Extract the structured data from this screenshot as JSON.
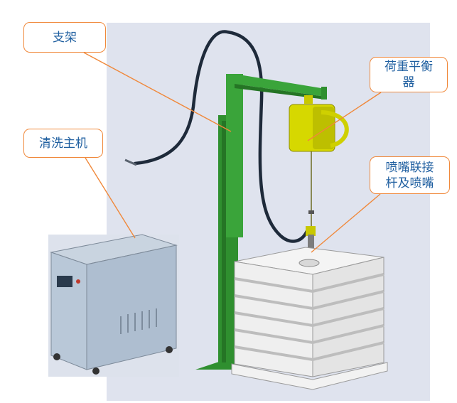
{
  "labels": {
    "stand": "支架",
    "washer": "清洗主机",
    "balancer": "荷重平衡\n器",
    "nozzle": "喷嘴联接\n杆及喷嘴"
  },
  "colors": {
    "callout_border": "#f0883a",
    "callout_text": "#1f5fa0",
    "leader_line": "#f0883a",
    "stand_green": "#2f8f2f",
    "balancer_yellow": "#d6d800",
    "machine_blue": "#b9c8d8",
    "ibc_tank_white": "#f4f4f4",
    "backdrop": "#dfe3ee"
  }
}
